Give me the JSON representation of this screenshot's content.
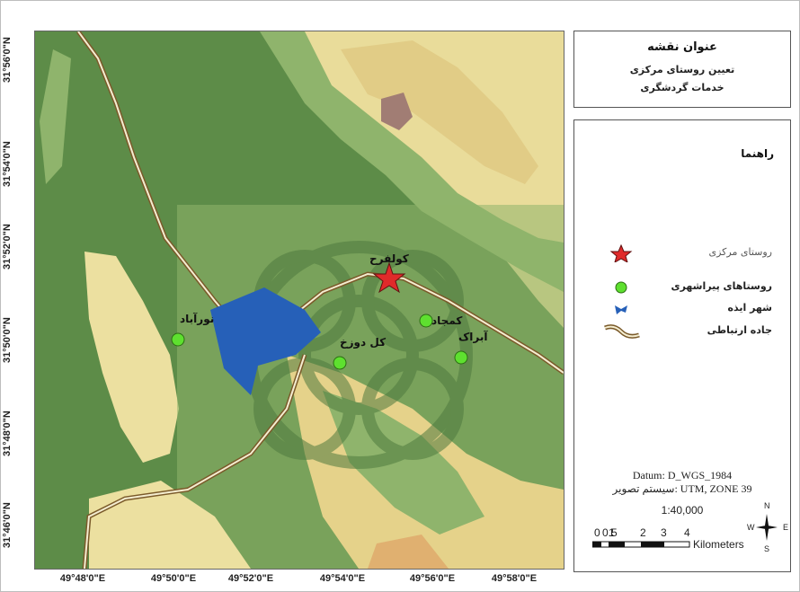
{
  "title_box": {
    "heading": "عنوان نقشه",
    "line1": "تعیین روستای مرکزی",
    "line2": "خدمات گردشگری"
  },
  "legend": {
    "heading": "راهنما",
    "items": [
      {
        "label": "روستای مرکزی",
        "symbol": "star-icon"
      },
      {
        "label": "روستاهای پیراشهری",
        "symbol": "circle-icon"
      },
      {
        "label": "شهر ایذه",
        "symbol": "polygon-icon"
      },
      {
        "label": "جاده ارتباطی",
        "symbol": "road-icon"
      }
    ]
  },
  "map_info": {
    "datum": "Datum: D_WGS_1984",
    "projection": "سیستم تصویر: UTM, ZONE 39",
    "scale": "1:40,000",
    "scalebar_ticks": [
      "0",
      "0.5",
      "1",
      "2",
      "3",
      "4"
    ],
    "scalebar_unit": "Kilometers",
    "north": "N",
    "east": "E",
    "south": "S",
    "west": "W"
  },
  "axes": {
    "latitude_labels": [
      "31°56'0\"N",
      "31°54'0\"N",
      "31°52'0\"N",
      "31°50'0\"N",
      "31°48'0\"N",
      "31°46'0\"N"
    ],
    "longitude_labels": [
      "49°48'0\"E",
      "49°50'0\"E",
      "49°52'0\"E",
      "49°54'0\"E",
      "49°56'0\"E",
      "49°58'0\"E"
    ]
  },
  "places": {
    "central_village": "کولفرح",
    "villages": [
      "نورآباد",
      "کل دوزخ",
      "کمجاد",
      "آبراک"
    ]
  },
  "colors": {
    "dark_green": "#5d8c48",
    "mid_green": "#91b36b",
    "light_yellow": "#f1e6a6",
    "yellow": "#e5d28a",
    "mauve": "#a17d74",
    "city_blue": "#2660b8",
    "village_green": "#5ee02f",
    "star_red": "#e02a2a"
  }
}
